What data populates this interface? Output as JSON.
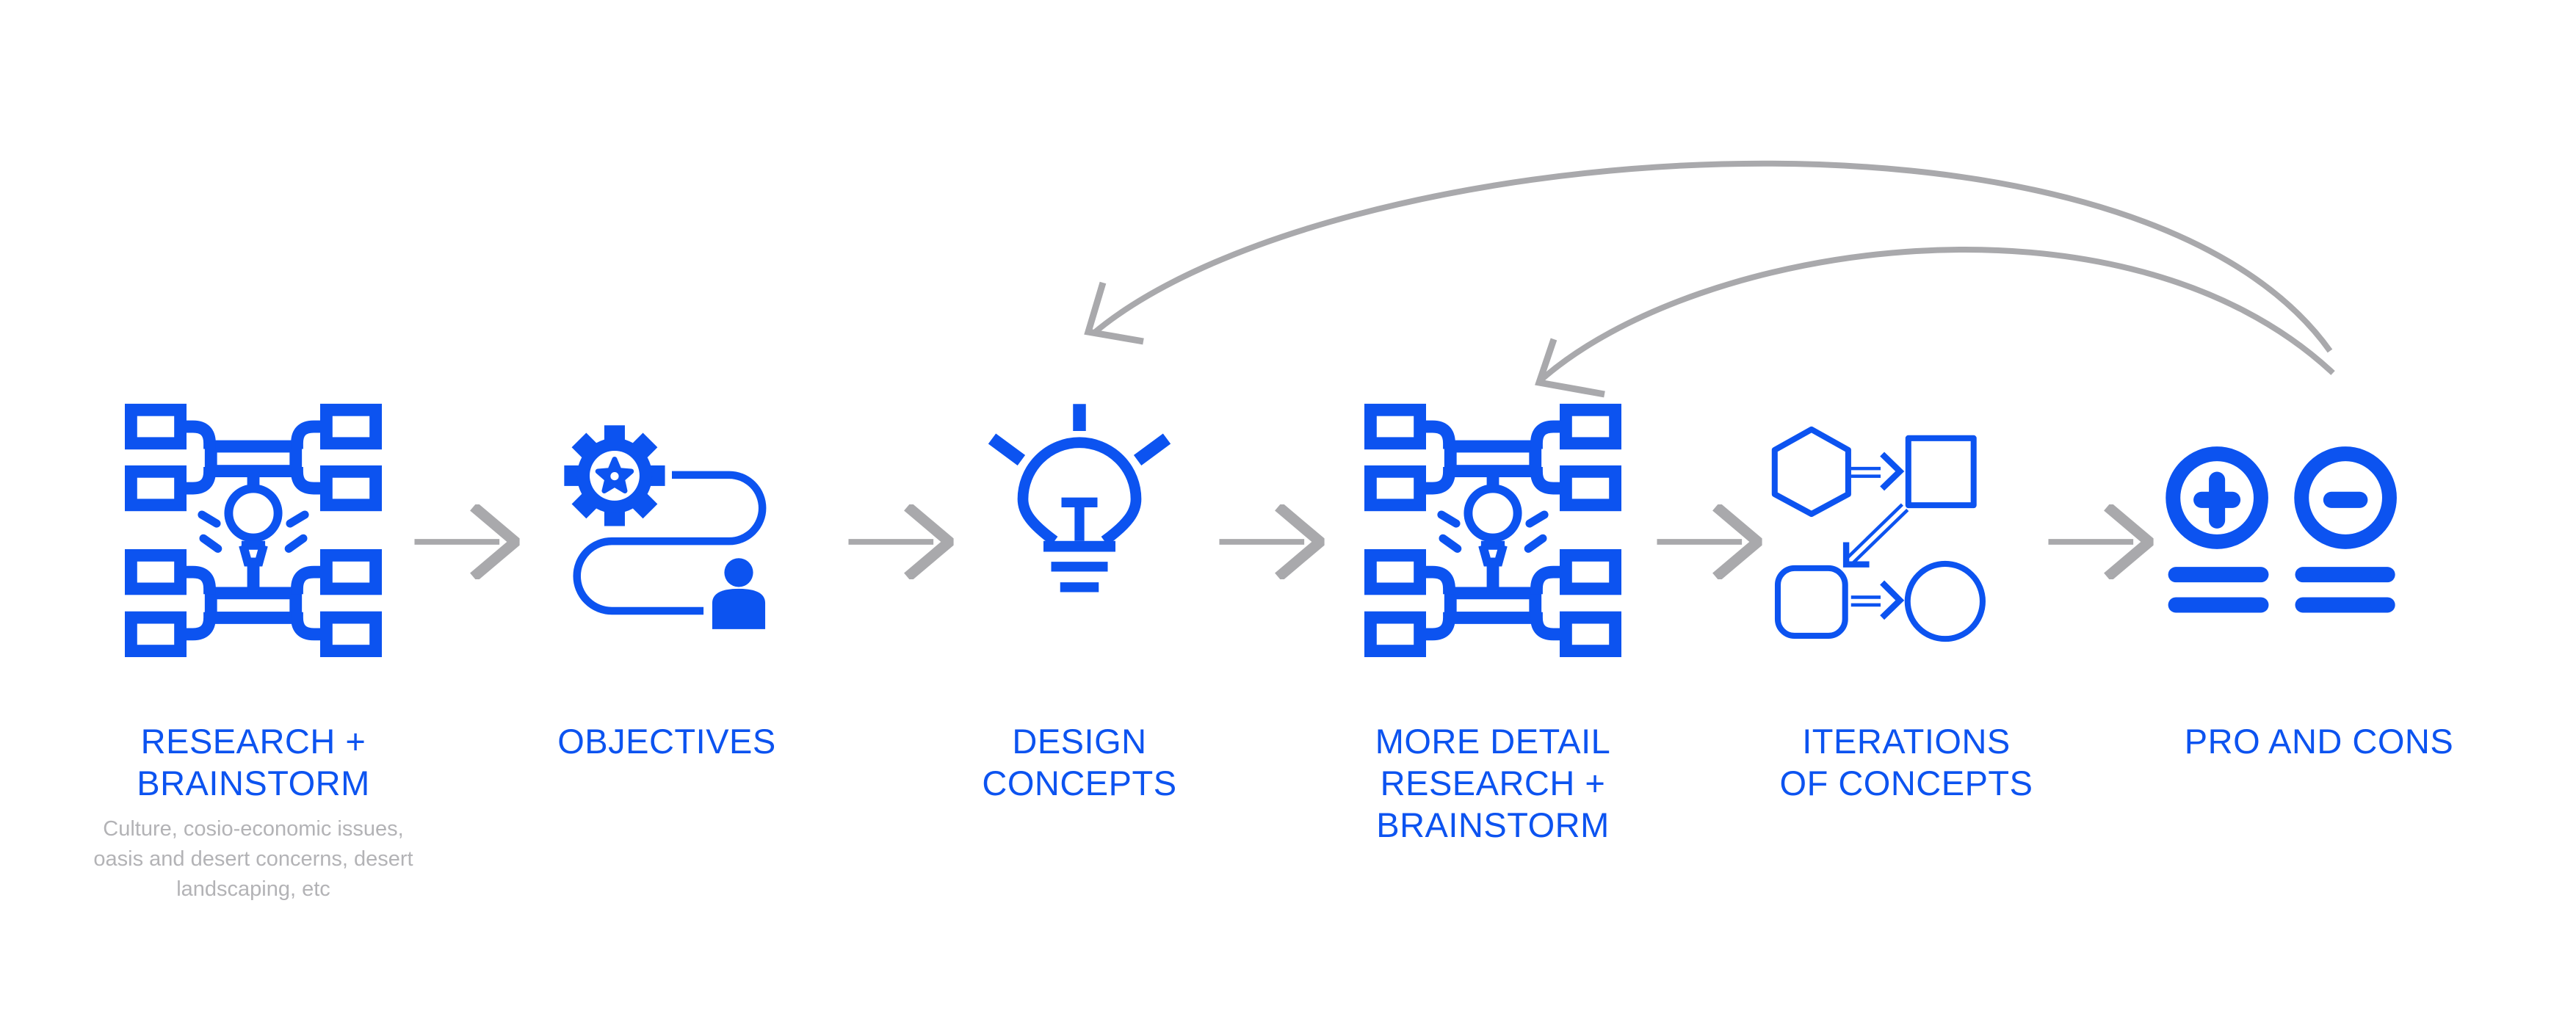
{
  "colors": {
    "accent_blue": "#0c53f0",
    "arrow_gray": "#a9a9ac",
    "subtitle_gray": "#b3b3b6",
    "page_bg": "#ffffff"
  },
  "process": {
    "steps": [
      {
        "id": "research-brainstorm",
        "icon": "mind-map-icon",
        "label_lines": [
          "RESEARCH +",
          "BRAINSTORM"
        ],
        "sublabel_lines": [
          "Culture, cosio-economic issues,",
          "oasis and desert concerns, desert",
          "landscaping, etc"
        ]
      },
      {
        "id": "objectives",
        "icon": "goal-path-icon",
        "label_lines": [
          "OBJECTIVES"
        ]
      },
      {
        "id": "design-concepts",
        "icon": "lightbulb-icon",
        "label_lines": [
          "DESIGN",
          "CONCEPTS"
        ]
      },
      {
        "id": "more-detail-research-brainstorm",
        "icon": "mind-map-icon",
        "label_lines": [
          "MORE DETAIL",
          "RESEARCH +",
          "BRAINSTORM"
        ]
      },
      {
        "id": "iterations-of-concepts",
        "icon": "shapes-flow-icon",
        "label_lines": [
          "ITERATIONS",
          "OF CONCEPTS"
        ]
      },
      {
        "id": "pro-and-cons",
        "icon": "plus-minus-icon",
        "label_lines": [
          "PRO AND CONS"
        ]
      }
    ],
    "forward_arrow_count": 5,
    "feedback_arrows": [
      {
        "from": "PRO AND CONS",
        "to": "DESIGN CONCEPTS"
      },
      {
        "from": "PRO AND CONS",
        "to": "MORE DETAIL RESEARCH + BRAINSTORM"
      }
    ]
  }
}
